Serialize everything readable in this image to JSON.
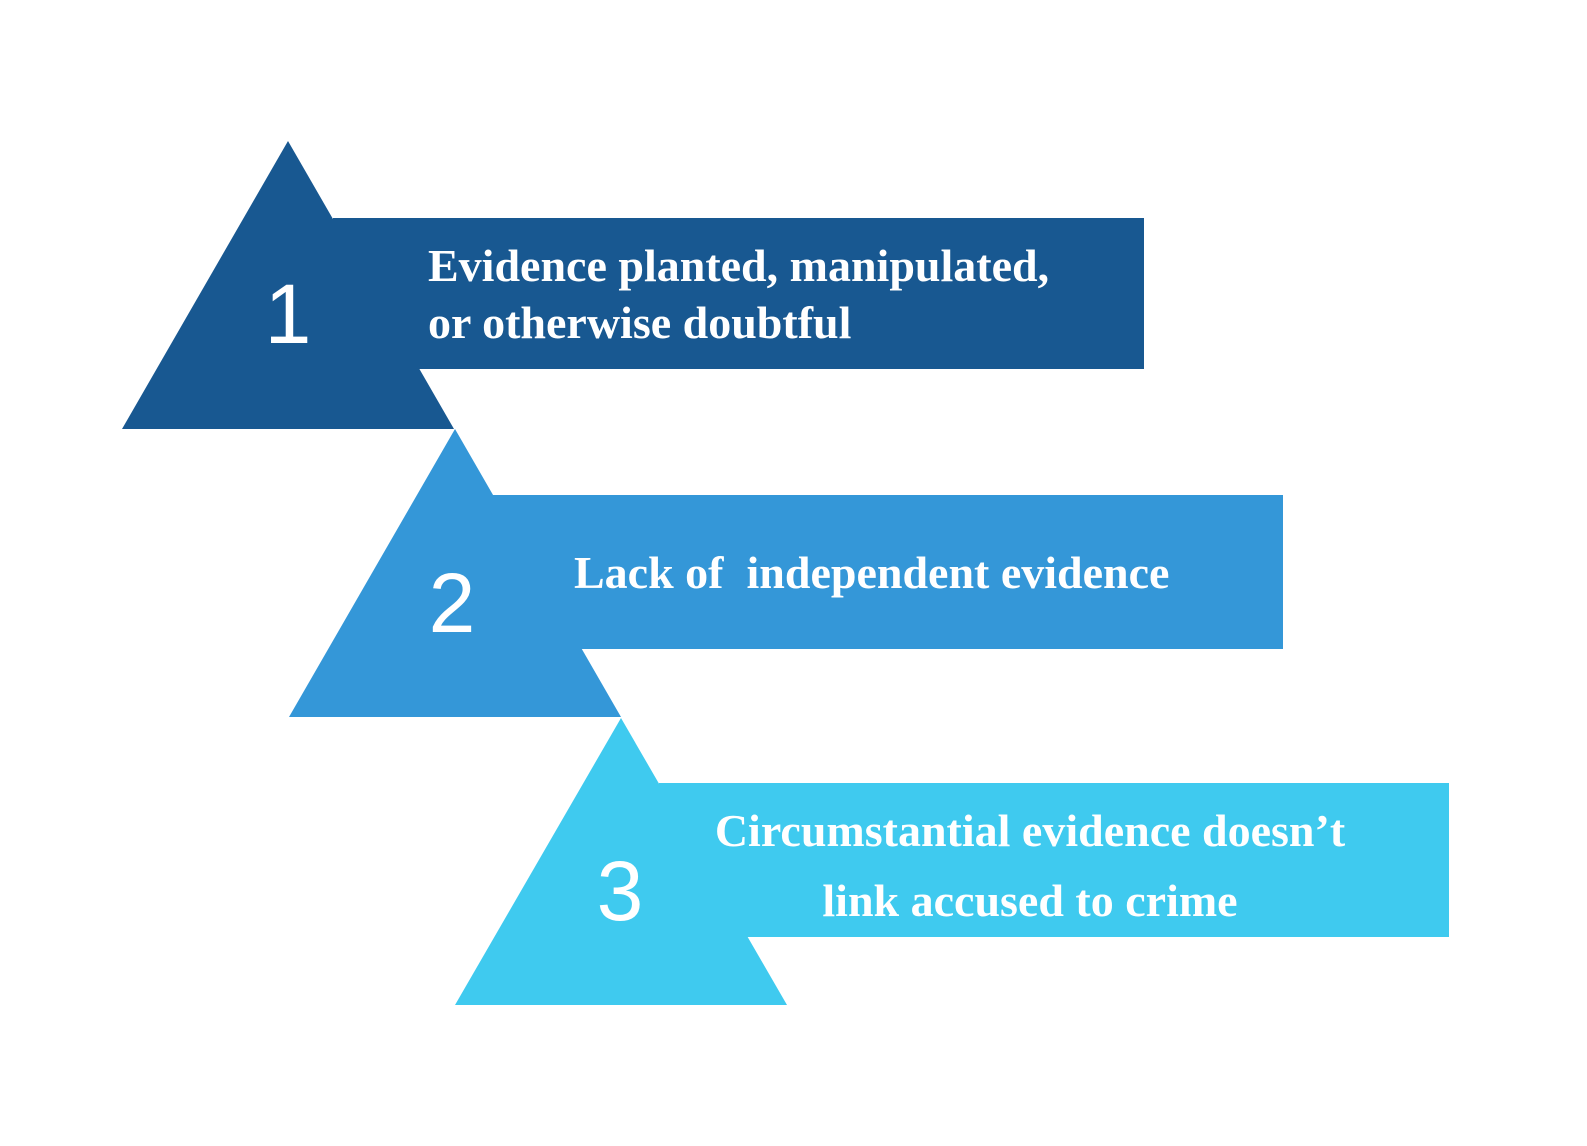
{
  "diagram": {
    "steps": [
      {
        "number": "1",
        "lines": [
          "Evidence planted, manipulated,",
          "or otherwise doubtful"
        ],
        "color": "#185891"
      },
      {
        "number": "2",
        "lines": [
          "Lack of  independent evidence"
        ],
        "color": "#3497d8"
      },
      {
        "number": "3",
        "lines": [
          "Circumstantial evidence doesn’t",
          "link accused to crime"
        ],
        "color": "#3fcaef"
      }
    ]
  }
}
